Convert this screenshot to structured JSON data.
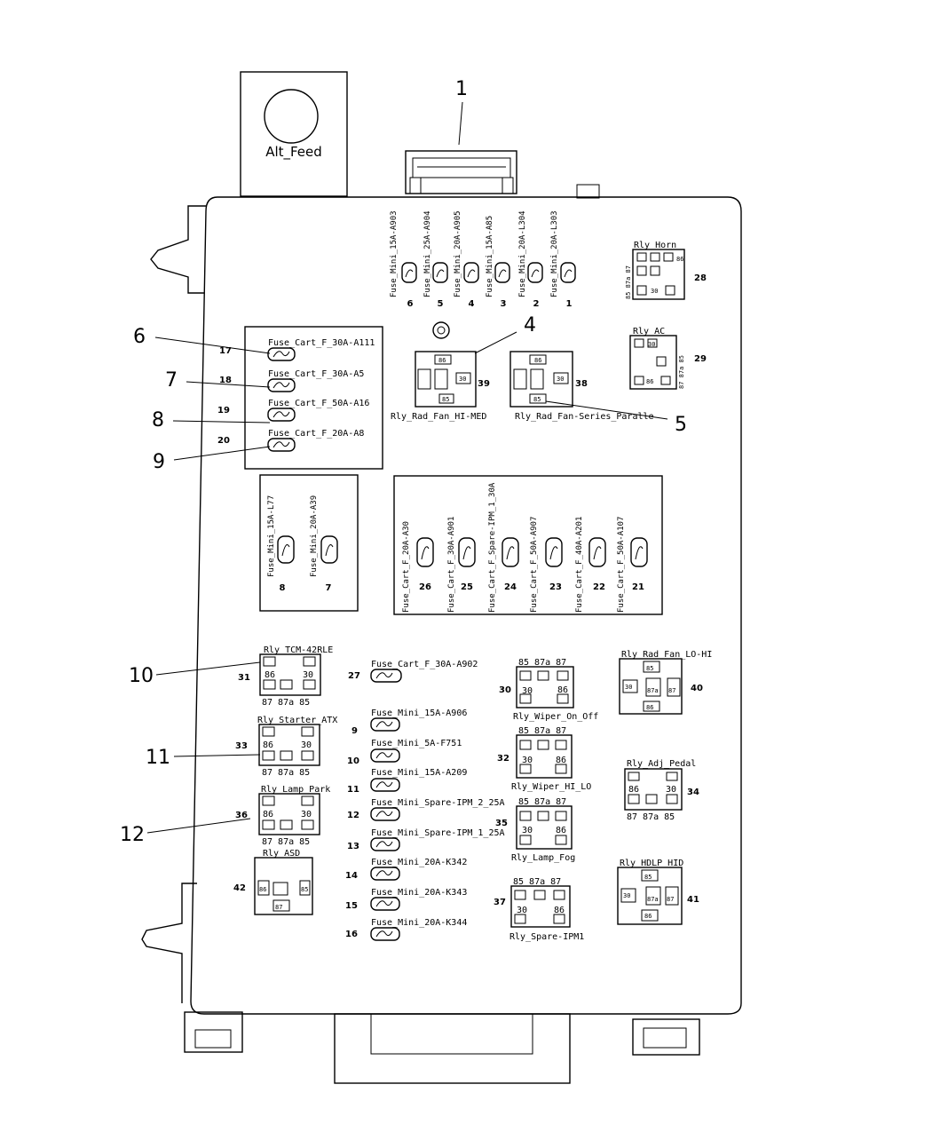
{
  "diagram": {
    "alt_feed_label": "Alt_Feed",
    "callouts": [
      "1",
      "4",
      "5",
      "6",
      "7",
      "8",
      "9",
      "10",
      "11",
      "12"
    ],
    "top_fuses": [
      {
        "label": "Fuse_Mini_15A-A903",
        "pos": "6"
      },
      {
        "label": "Fuse_Mini_25A-A904",
        "pos": "5"
      },
      {
        "label": "Fuse_Mini_20A-A905",
        "pos": "4"
      },
      {
        "label": "Fuse_Mini_15A-A85",
        "pos": "3"
      },
      {
        "label": "Fuse_Mini_20A-L304",
        "pos": "2"
      },
      {
        "label": "Fuse_Mini_20A-L303",
        "pos": "1"
      }
    ],
    "cart_fuses_left": [
      {
        "label": "Fuse_Cart_F_30A-A111",
        "pos": "17"
      },
      {
        "label": "Fuse_Cart_F_30A-A5",
        "pos": "18"
      },
      {
        "label": "Fuse_Cart_F_50A-A16",
        "pos": "19"
      },
      {
        "label": "Fuse_Cart_F_20A-A8",
        "pos": "20"
      }
    ],
    "mini_fuses_box": [
      {
        "label": "Fuse_Mini_15A-L77",
        "pos": "8"
      },
      {
        "label": "Fuse_Mini_20A-A39",
        "pos": "7"
      }
    ],
    "cart_fuses_box": [
      {
        "label": "Fuse_Cart_F_20A-A30",
        "pos": "26"
      },
      {
        "label": "Fuse_Cart_F_30A-A901",
        "pos": "25"
      },
      {
        "label": "Fuse_Cart_F_Spare-IPM_1_30A",
        "pos": "24"
      },
      {
        "label": "Fuse_Cart_F_50A-A907",
        "pos": "23"
      },
      {
        "label": "Fuse_Cart_F_40A-A201",
        "pos": "22"
      },
      {
        "label": "Fuse_Cart_F_50A-A107",
        "pos": "21"
      }
    ],
    "column_fuses": [
      {
        "label": "Fuse_Cart_F_30A-A902",
        "pos": "27"
      },
      {
        "label": "Fuse_Mini_15A-A906",
        "pos": "9"
      },
      {
        "label": "Fuse_Mini_5A-F751",
        "pos": "10"
      },
      {
        "label": "Fuse_Mini_15A-A209",
        "pos": "11"
      },
      {
        "label": "Fuse_Mini_Spare-IPM_2_25A",
        "pos": "12"
      },
      {
        "label": "Fuse_Mini_Spare-IPM_1_25A",
        "pos": "13"
      },
      {
        "label": "Fuse_Mini_20A-K342",
        "pos": "14"
      },
      {
        "label": "Fuse_Mini_20A-K343",
        "pos": "15"
      },
      {
        "label": "Fuse_Mini_20A-K344",
        "pos": "16"
      }
    ],
    "relays": {
      "horn": {
        "label": "Rly_Horn",
        "pos": "28"
      },
      "ac": {
        "label": "Rly_AC",
        "pos": "29"
      },
      "rad_fan_hi_med": {
        "label": "Rly_Rad_Fan_HI-MED",
        "pos": "39"
      },
      "rad_fan_series_parallel": {
        "label": "Rly_Rad_Fan-Series_Paralle",
        "pos": "38"
      },
      "tcm": {
        "label": "Rly_TCM-42RLE",
        "pos": "31"
      },
      "starter": {
        "label": "Rly_Starter_ATX",
        "pos": "33"
      },
      "lamp_park": {
        "label": "Rly_Lamp_Park",
        "pos": "36"
      },
      "asd": {
        "label": "Rly_ASD",
        "pos": "42"
      },
      "wiper_on_off": {
        "label": "Rly_Wiper_On_Off",
        "pos": "30"
      },
      "wiper_hi_lo": {
        "label": "Rly_Wiper_HI_LO",
        "pos": "32"
      },
      "lamp_fog": {
        "label": "Rly_Lamp_Fog",
        "pos": "35"
      },
      "spare_ipm1": {
        "label": "Rly_Spare-IPM1",
        "pos": "37"
      },
      "rad_fan_lo_hi": {
        "label": "Rly_Rad_Fan_LO-HI",
        "pos": "40"
      },
      "adj_pedal": {
        "label": "Rly_Adj_Pedal",
        "pos": "34"
      },
      "hdlp_hid": {
        "label": "Rly_HDLP_HID",
        "pos": "41"
      }
    },
    "relay_pins": {
      "p85": "85",
      "p86": "86",
      "p87": "87",
      "p87a": "87a",
      "p30": "30",
      "bottom_row": "87 87a 85",
      "top_row": "85 87a 87"
    }
  }
}
